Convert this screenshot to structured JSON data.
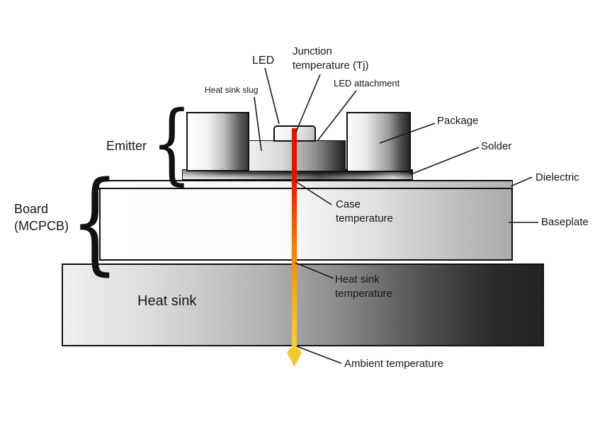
{
  "labels": {
    "led": "LED",
    "junction_temperature": "Junction\ntemperature (Tj)",
    "led_attachment": "LED attachment",
    "heat_sink_slug": "Heat sink slug",
    "emitter": "Emitter",
    "package": "Package",
    "solder": "Solder",
    "dielectric": "Dielectric",
    "baseplate": "Baseplate",
    "board": "Board\n(MCPCB)",
    "case_temperature": "Case\ntemperature",
    "heat_sink_temperature": "Heat sink\ntemperature",
    "heat_sink_block": "Heat sink",
    "ambient_temperature": "Ambient temperature"
  },
  "icons": {
    "emitter_brace": "{",
    "board_brace": "{"
  },
  "colors": {
    "background": "#ffffff",
    "line": "#1a1a1a",
    "arrow-red": "#e51109",
    "arrow-orange": "#f57b00",
    "arrow-amber": "#f4a511",
    "arrow-yellow": "#f5d53a",
    "arrow-head": "#f0c832"
  }
}
